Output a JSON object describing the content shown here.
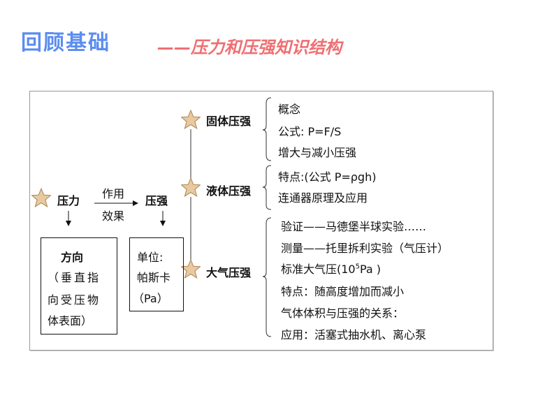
{
  "title": "回顾基础",
  "subtitle": "——压力和压强知识结构",
  "left": {
    "force": "压力",
    "arrow_top": "作用",
    "arrow_bottom": "效果",
    "pressure": "压强",
    "box1": {
      "head": "方向",
      "lines": [
        "（垂直指",
        "向受压物",
        "体表面）"
      ]
    },
    "box2": {
      "lines": [
        "单位:",
        "帕斯卡",
        "（Pa）"
      ]
    }
  },
  "branches": [
    {
      "label": "固体压强",
      "items": [
        "概念",
        "公式: P=F/S",
        "增大与减小压强"
      ]
    },
    {
      "label": "液体压强",
      "items": [
        "特点:(公式 P=ρgh)",
        "连通器原理及应用"
      ]
    },
    {
      "label": "大气压强",
      "items": [
        "验证——马德堡半球实验……",
        "测量——托里拆利实验（气压计）",
        "标准大气压(10",
        "特点：随高度增加而减小",
        "气体体积与压强的关系：",
        "应用：活塞式抽水机、离心泵"
      ],
      "exp": "5",
      "unit": "Pa )"
    }
  ]
}
